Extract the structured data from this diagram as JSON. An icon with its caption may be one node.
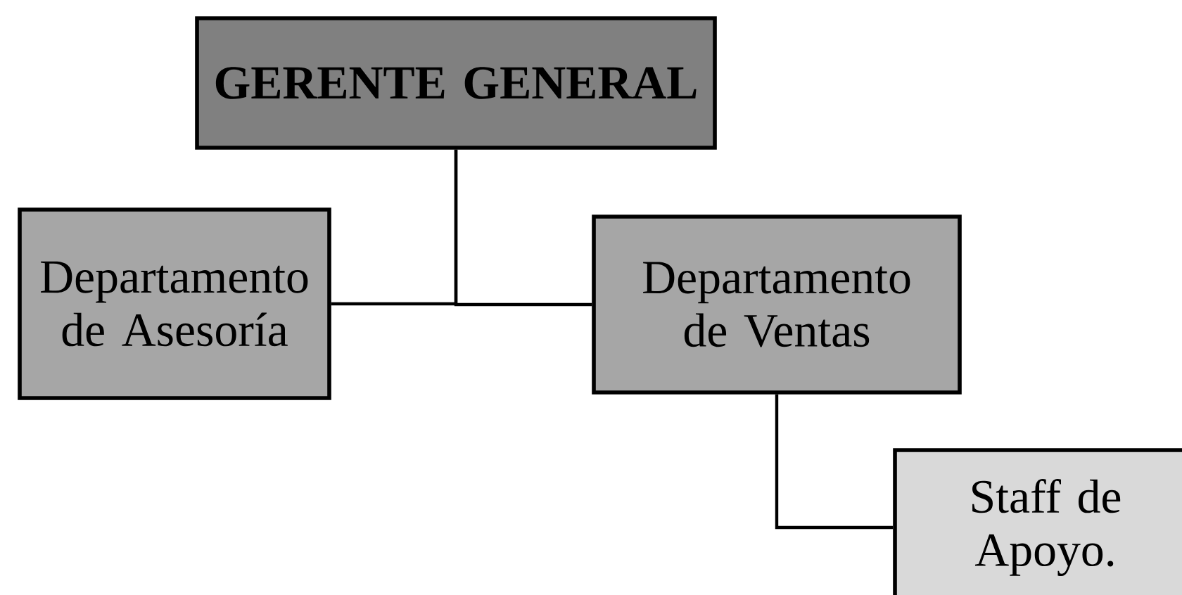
{
  "diagram": {
    "nodes": [
      {
        "text": [
          "GERENTE GENERAL"
        ]
      },
      {
        "text": [
          "Departamento de Asesoría"
        ]
      },
      {
        "text": [
          "Departamento de Ventas"
        ]
      },
      {
        "text": [
          "Staff de Apoyo."
        ]
      }
    ],
    "edges": [
      {
        "from": 0,
        "to": 1,
        "arrow": "none"
      },
      {
        "from": 0,
        "to": 2,
        "arrow": "none"
      },
      {
        "from": 2,
        "to": 3,
        "arrow": "none"
      }
    ]
  }
}
